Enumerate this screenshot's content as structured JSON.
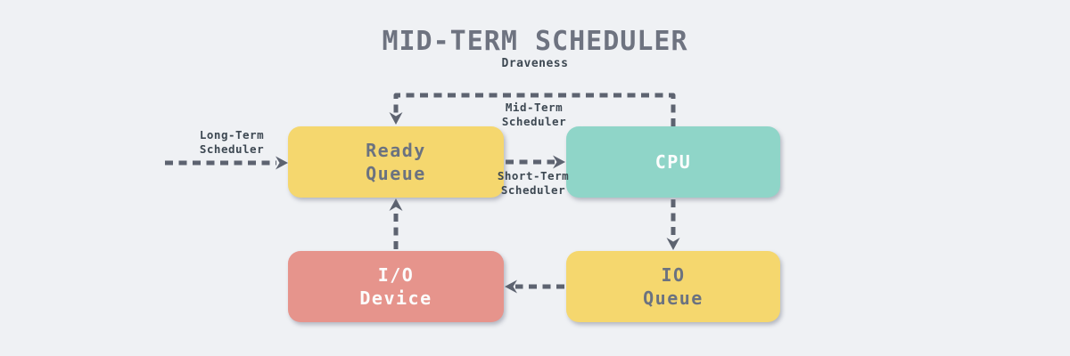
{
  "diagram": {
    "title": "MID-TERM SCHEDULER",
    "subtitle": "Draveness",
    "nodes": [
      {
        "id": "ready-queue",
        "label": "Ready\nQueue",
        "color": "#f5d76e",
        "text_color": "#6b7280"
      },
      {
        "id": "cpu",
        "label": "CPU",
        "color": "#8fd5c8",
        "text_color": "#fcfdfd"
      },
      {
        "id": "io-device",
        "label": "I/O\nDevice",
        "color": "#e6948c",
        "text_color": "#fcfdfd"
      },
      {
        "id": "io-queue",
        "label": "IO\nQueue",
        "color": "#f5d76e",
        "text_color": "#6b7280"
      }
    ],
    "edges": [
      {
        "id": "long-term-scheduler",
        "from": "outside",
        "to": "ready-queue",
        "label": "Long-Term\nScheduler"
      },
      {
        "id": "mid-term-scheduler",
        "from": "cpu",
        "to": "ready-queue",
        "label": "Mid-Term\nScheduler"
      },
      {
        "id": "short-term-scheduler",
        "from": "ready-queue",
        "to": "cpu",
        "label": "Short-Term\nScheduler"
      },
      {
        "id": "cpu-to-io-queue",
        "from": "cpu",
        "to": "io-queue",
        "label": ""
      },
      {
        "id": "io-queue-to-io-device",
        "from": "io-queue",
        "to": "io-device",
        "label": ""
      },
      {
        "id": "io-device-to-ready-queue",
        "from": "io-device",
        "to": "ready-queue",
        "label": ""
      }
    ],
    "colors": {
      "background": "#eff1f4",
      "title": "#6e7380",
      "label": "#3d4852",
      "arrow": "#5d6370",
      "yellow": "#f5d76e",
      "teal": "#8fd5c8",
      "salmon": "#e6948c"
    }
  }
}
